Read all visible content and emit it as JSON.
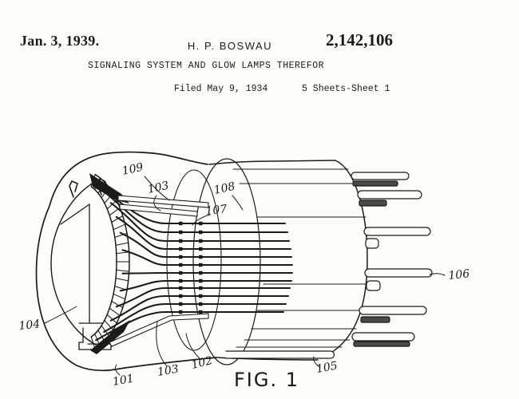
{
  "header": {
    "date": "Jan. 3, 1939.",
    "inventor": "H. P. BOSWAU",
    "patent_number": "2,142,106",
    "title": "SIGNALING SYSTEM AND GLOW LAMPS THEREFOR",
    "filed": "Filed May 9, 1934",
    "sheet": "5 Sheets-Sheet 1"
  },
  "figure": {
    "caption": "FIG. 1",
    "labels": [
      {
        "ref": "109",
        "text": "109"
      },
      {
        "ref": "103-top",
        "text": "103"
      },
      {
        "ref": "108",
        "text": "108"
      },
      {
        "ref": "107",
        "text": "107"
      },
      {
        "ref": "106",
        "text": "106"
      },
      {
        "ref": "104",
        "text": "104"
      },
      {
        "ref": "101",
        "text": "101"
      },
      {
        "ref": "103-bottom",
        "text": "103"
      },
      {
        "ref": "102",
        "text": "102"
      },
      {
        "ref": "105",
        "text": "105"
      }
    ]
  },
  "ink_color": "#1b1b1b",
  "paper_color": "#fdfdfb"
}
